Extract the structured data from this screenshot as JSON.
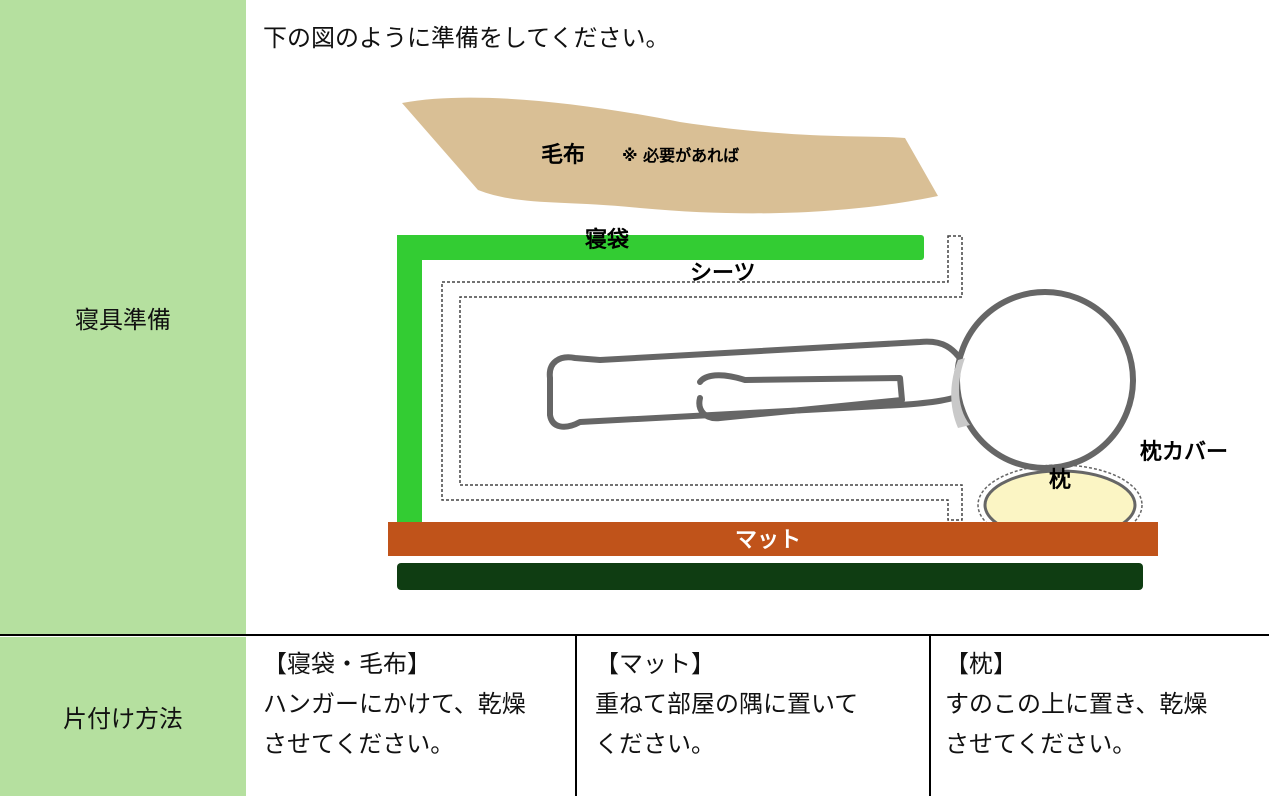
{
  "rows": [
    {
      "label": "寝具準備"
    },
    {
      "label": "片付け方法"
    }
  ],
  "instruction": "下の図のように準備をしてください。",
  "diagram": {
    "blanket_label": "毛布",
    "blanket_note": "※ 必要があれば",
    "sleeping_bag_label": "寝袋",
    "sheet_label": "シーツ",
    "pillow_cover_label": "枕カバー",
    "pillow_label": "枕",
    "mat_label": "マット",
    "colors": {
      "blanket": "#d9bf95",
      "sleeping_bag": "#33cc33",
      "mat": "#c0531a",
      "base": "#0f3d12",
      "pillow": "#fbf5c4",
      "figure_outline": "#666666",
      "label_background": "#b5e09f"
    }
  },
  "cleanup": [
    {
      "heading": "【寝袋・毛布】",
      "lines": [
        "ハンガーにかけて、乾燥",
        "させてください。"
      ]
    },
    {
      "heading": "【マット】",
      "lines": [
        "重ねて部屋の隅に置いて",
        "ください。"
      ]
    },
    {
      "heading": "【枕】",
      "lines": [
        "すのこの上に置き、乾燥",
        "させてください。"
      ]
    }
  ]
}
